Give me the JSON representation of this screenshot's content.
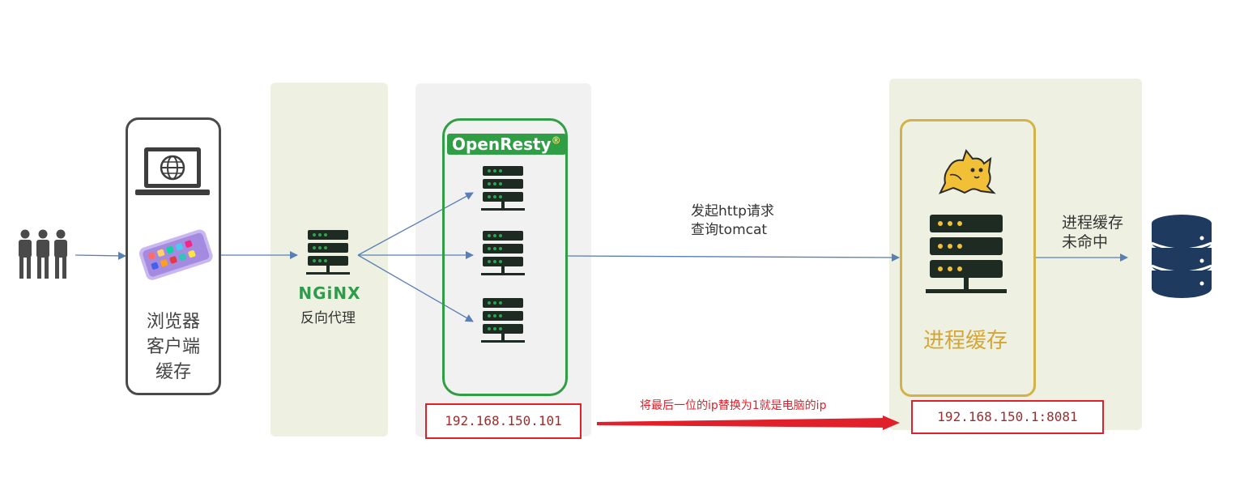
{
  "client": {
    "label_lines": [
      "浏览器",
      "客户端",
      "缓存"
    ]
  },
  "nginx": {
    "logo_text": "NGiNX",
    "label": "反向代理"
  },
  "openresty": {
    "title": "OpenResty",
    "trademark": "®",
    "ip": "192.168.150.101"
  },
  "edge_http": {
    "line1": "发起http请求",
    "line2": "查询tomcat"
  },
  "tomcat": {
    "label": "进程缓存",
    "ip": "192.168.150.1:8081"
  },
  "edge_db": {
    "line1": "进程缓存",
    "line2": "未命中"
  },
  "red_note": "将最后一位的ip替换为1就是电脑的ip",
  "colors": {
    "arrow": "#5a7fb5",
    "red": "#e0202a",
    "openresty_green": "#2f9e44",
    "tomcat_gold": "#d4b24a",
    "server_dark": "#1e2b22",
    "server_green": "#2ea44f",
    "db_navy": "#1f3a5f"
  },
  "icons": [
    "users-icon",
    "laptop-globe-icon",
    "phone-apps-icon",
    "server-icon",
    "tomcat-cat-icon",
    "database-icon"
  ]
}
